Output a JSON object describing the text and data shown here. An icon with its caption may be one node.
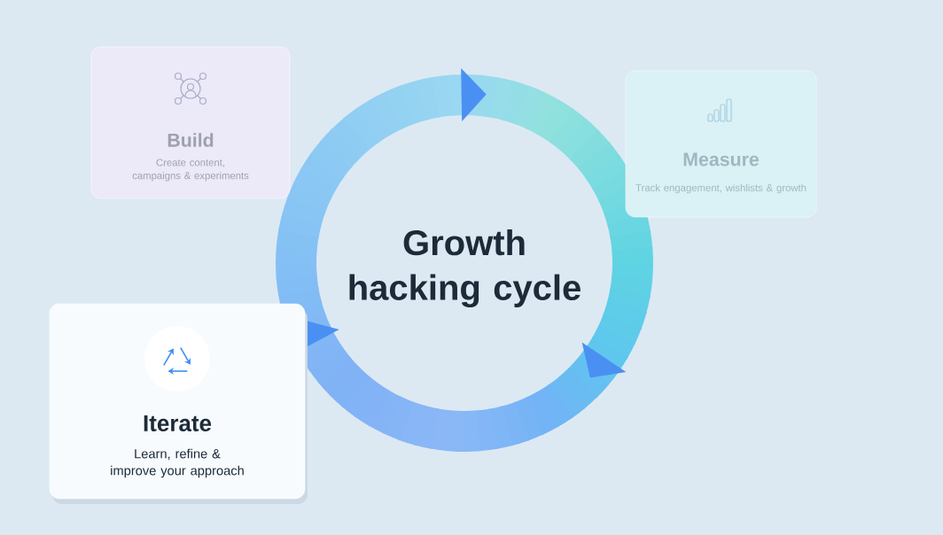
{
  "diagram": {
    "nodes": [
      {
        "text": [
          "Build",
          "Create content, campaigns & experiments"
        ]
      },
      {
        "text": [
          "Measure",
          "Track engagement, wishlists & growth"
        ]
      },
      {
        "text": [
          "Growth hacking cycle"
        ]
      },
      {
        "text": [
          "Iterate",
          "Learn, refine & improve your approach"
        ]
      }
    ]
  }
}
